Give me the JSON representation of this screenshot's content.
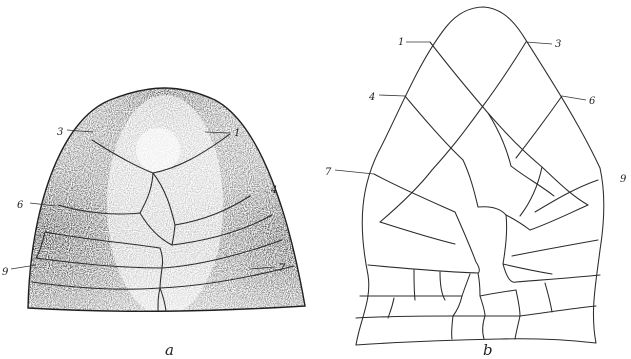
{
  "figure": {
    "panels": [
      {
        "caption": "a",
        "labels": [
          "3",
          "1",
          "6",
          "4",
          "9",
          "7"
        ]
      },
      {
        "caption": "b",
        "labels": [
          "1",
          "3",
          "4",
          "6",
          "7",
          "9"
        ]
      }
    ]
  }
}
